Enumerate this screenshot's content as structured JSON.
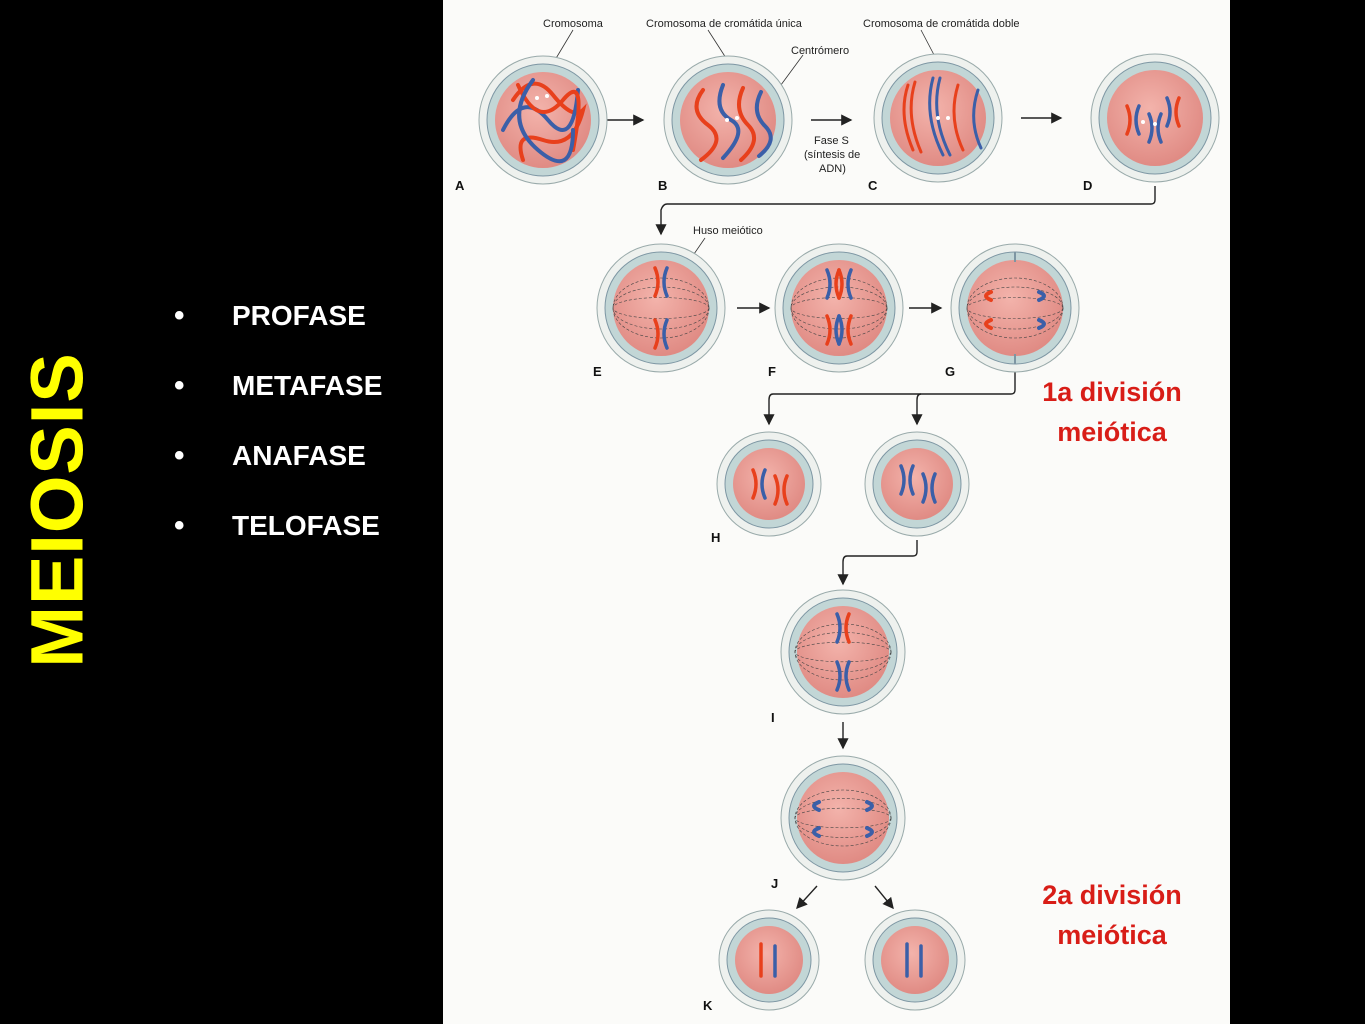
{
  "slide": {
    "title": "MEIOSIS",
    "phases": [
      "PROFASE",
      "METAFASE",
      "ANAFASE",
      "TELOFASE"
    ]
  },
  "diagram": {
    "labels": {
      "chromosome": "Cromosoma",
      "single_chromatid": "Cromosoma de cromátida única",
      "double_chromatid": "Cromosoma de cromátida doble",
      "centromere": "Centrómero",
      "s_phase_1": "Fase S",
      "s_phase_2": "(síntesis de",
      "s_phase_3": "ADN)",
      "spindle": "Huso meiótico"
    },
    "stage_letters": [
      "A",
      "B",
      "C",
      "D",
      "E",
      "F",
      "G",
      "H",
      "I",
      "J",
      "K"
    ],
    "first_division": [
      "1a división",
      "meiótica"
    ],
    "second_division": [
      "2a división",
      "meiótica"
    ]
  },
  "colors": {
    "title": "#ffff00",
    "division_label": "#d81d17",
    "chromosome_red": "#e8401c",
    "chromosome_blue": "#3b5fa8",
    "cytoplasm": "#e89a93",
    "membrane": "#c2d6d6"
  }
}
